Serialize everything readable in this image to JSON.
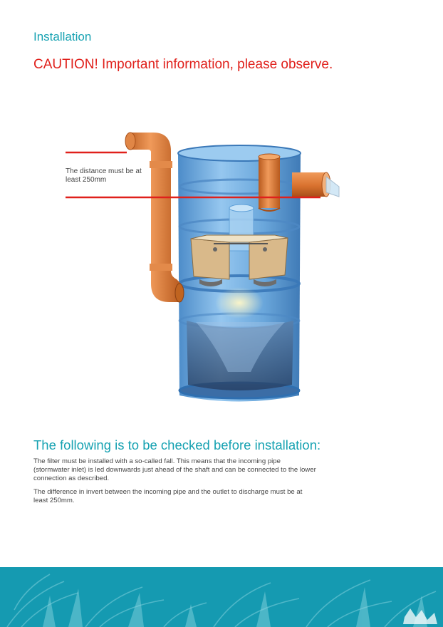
{
  "page": {
    "section_title": "Installation",
    "caution": "CAUTION! Important information, please observe."
  },
  "illustration": {
    "callout": "The distance must be at least 250mm",
    "colors": {
      "pipe": "#d9722f",
      "tank": "#5b9fd6",
      "marker_line": "#e0201b"
    }
  },
  "checklist": {
    "heading": "The following is to be checked before installation:",
    "paragraphs": [
      "The filter must be installed with a so-called fall. This means that the incoming pipe (stormwater inlet) is led downwards just ahead of the shaft and can be connected to the lower connection as described.",
      "The difference in invert between the incoming pipe and the outlet to discharge must be at least 250mm."
    ]
  },
  "footer": {
    "colors": {
      "band": "#1aa3b8",
      "foliage": "#7fd0dc"
    }
  }
}
